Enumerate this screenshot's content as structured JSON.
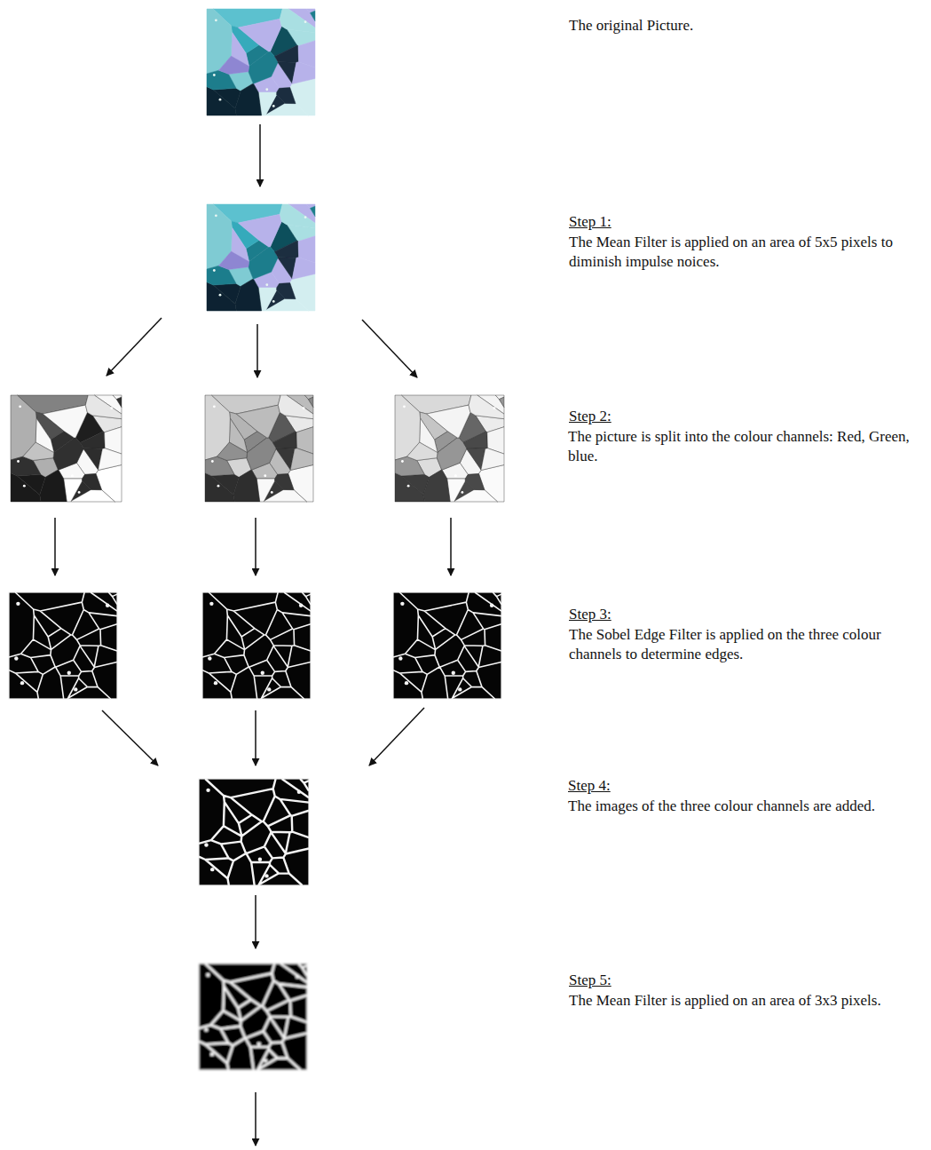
{
  "diagram": {
    "labels": [
      "The original Picture.",
      "Step 1:",
      "The Mean Filter is applied on an area of 5x5 pixels to diminish impulse noices.",
      "Step 2:",
      "The picture is split into the colour channels: Red, Green, blue.",
      "Step 3:",
      "The Sobel Edge Filter is applied on the three colour channels to determine edges.",
      "Step 4:",
      "The images of the three colour channels are added.",
      "Step 5:",
      "The Mean Filter is applied on an area of 3x3 pixels."
    ]
  }
}
